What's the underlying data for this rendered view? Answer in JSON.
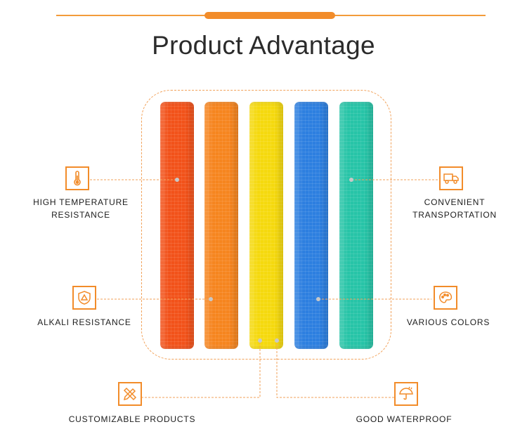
{
  "title": "Product Advantage",
  "colors": {
    "accent": "#f28c2a",
    "roll_1": "#f2521a",
    "roll_2": "#f6851f",
    "roll_3": "#f5d90e",
    "roll_4": "#2d7fe0",
    "roll_5": "#27c4a7"
  },
  "features": [
    {
      "icon": "thermometer-icon",
      "line1": "HIGH TEMPERATURE",
      "line2": "RESISTANCE"
    },
    {
      "icon": "chemical-shield-icon",
      "line1": "ALKALI RESISTANCE",
      "line2": ""
    },
    {
      "icon": "pencil-ruler-icon",
      "line1": "CUSTOMIZABLE PRODUCTS",
      "line2": ""
    },
    {
      "icon": "truck-icon",
      "line1": "CONVENIENT",
      "line2": "TRANSPORTATION"
    },
    {
      "icon": "palette-icon",
      "line1": "VARIOUS COLORS",
      "line2": ""
    },
    {
      "icon": "umbrella-icon",
      "line1": "GOOD WATERPROOF",
      "line2": ""
    }
  ]
}
